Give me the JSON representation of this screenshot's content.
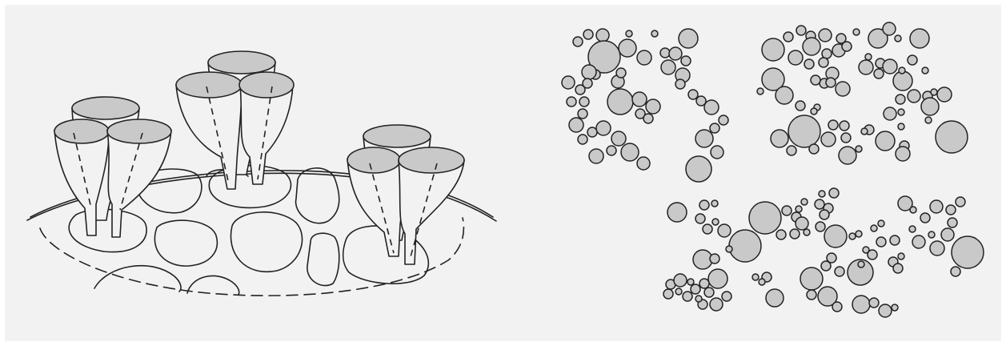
{
  "figure": {
    "background": "#f2f2f2",
    "line_color": "#222222",
    "fill_color": "#cccccc",
    "panels": [
      {
        "id": "tissue-cross-section",
        "description_icon": "funnel-clusters-on-cell-layer",
        "clusters": 3,
        "funnels_per_cluster": 3
      },
      {
        "id": "particle-aggregates",
        "description_icon": "circle-aggregates",
        "aggregates": 5
      }
    ]
  }
}
